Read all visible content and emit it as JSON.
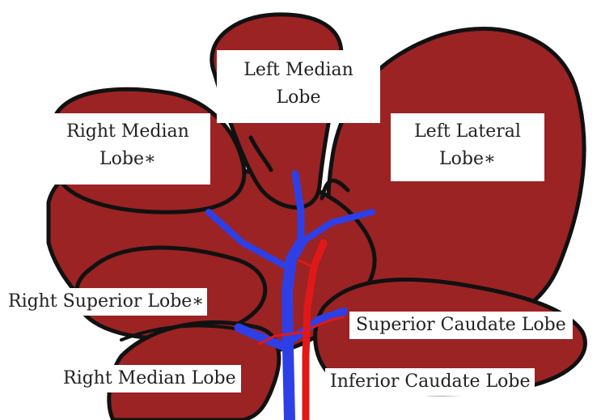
{
  "colors": {
    "liver": "#9b2323",
    "outline": "#111111",
    "portal_vein": "#2f3fe6",
    "artery": "#e01818",
    "label_bg": "#ffffff",
    "text": "#222222"
  },
  "labels": {
    "left_median_line1": "Left Median",
    "left_median_line2": "Lobe",
    "right_median_top_line1": "Right Median",
    "right_median_top_line2": "Lobe∗",
    "left_lateral_line1": "Left Lateral",
    "left_lateral_line2": "Lobe∗",
    "right_superior": "Right Superior Lobe∗",
    "superior_caudate": "Superior Caudate Lobe",
    "right_median_bottom": "Right Median Lobe",
    "inferior_caudate": "Inferior Caudate Lobe"
  }
}
